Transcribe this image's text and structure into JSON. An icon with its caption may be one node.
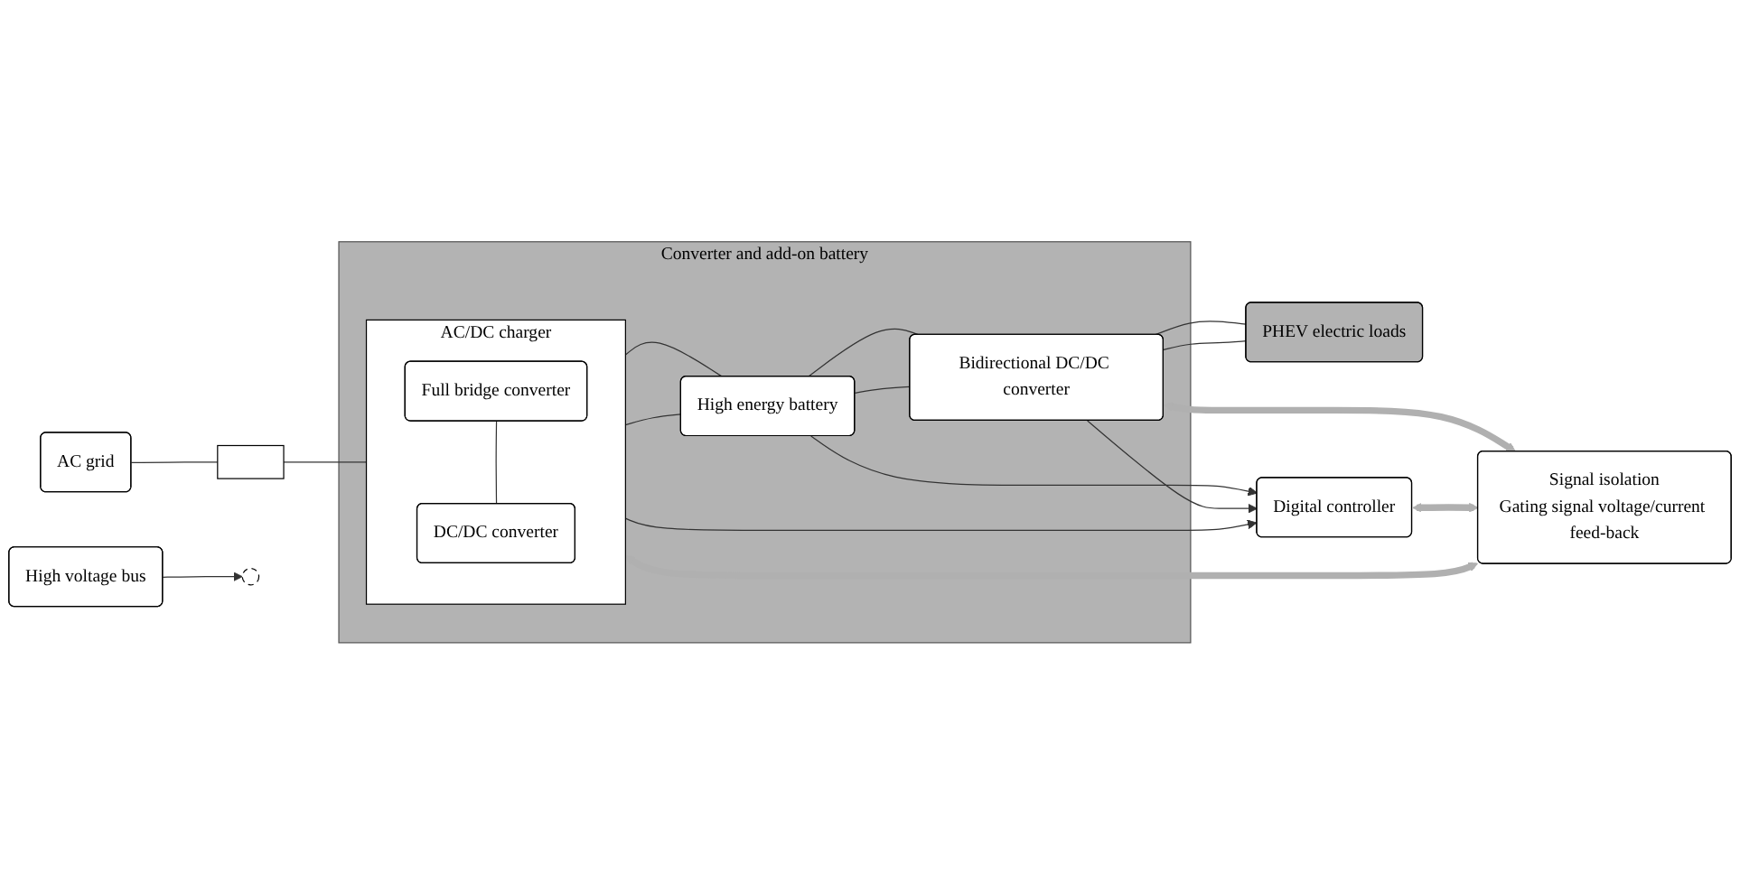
{
  "diagram": {
    "nodes": [
      {
        "text": [
          "Converter and add-on battery"
        ]
      },
      {
        "text": [
          "AC/DC charger"
        ],
        "in": 0
      },
      {
        "text": [
          "Full bridge converter"
        ],
        "in": 1
      },
      {
        "text": [
          "DC/DC converter"
        ],
        "in": 1
      },
      {
        "text": [
          "High energy battery"
        ],
        "in": 0
      },
      {
        "text": [
          "Bidirectional DC/DC converter"
        ],
        "in": 0
      },
      {
        "text": [
          "PHEV electric loads"
        ]
      },
      {
        "text": [
          "AC grid"
        ]
      },
      {
        "text": [],
        "shape": "box"
      },
      {
        "text": [
          "Digital controller"
        ]
      },
      {
        "text": [
          "Signal isolation",
          "Gating signal voltage/current feed-back"
        ]
      },
      {
        "text": [
          "High voltage bus"
        ]
      },
      {
        "text": [],
        "shape": "circle"
      }
    ],
    "edges": [
      {
        "from": 7,
        "to": 8,
        "arrow": "none"
      },
      {
        "from": 8,
        "to": 1,
        "arrow": "none"
      },
      {
        "from": 2,
        "to": 3,
        "arrow": "none"
      },
      {
        "from": 1,
        "to": 4,
        "arrow": "none"
      },
      {
        "from": 1,
        "to": 4,
        "arrow": "none"
      },
      {
        "from": 4,
        "to": 5,
        "arrow": "none"
      },
      {
        "from": 4,
        "to": 5,
        "arrow": "none"
      },
      {
        "from": 5,
        "to": 6,
        "arrow": "none"
      },
      {
        "from": 5,
        "to": 6,
        "arrow": "none"
      },
      {
        "from": 1,
        "to": 9,
        "arrow": "to"
      },
      {
        "from": 4,
        "to": 9,
        "arrow": "to"
      },
      {
        "from": 5,
        "to": 9,
        "arrow": "to"
      },
      {
        "from": 1,
        "to": 10,
        "arrow": "both",
        "style": "thick",
        "color": "#b0b0b0"
      },
      {
        "from": 5,
        "to": 10,
        "arrow": "both",
        "style": "thick",
        "color": "#b0b0b0"
      },
      {
        "from": 9,
        "to": 10,
        "arrow": "both",
        "style": "thick",
        "color": "#b0b0b0"
      },
      {
        "from": 11,
        "to": 12,
        "arrow": "to"
      }
    ]
  }
}
